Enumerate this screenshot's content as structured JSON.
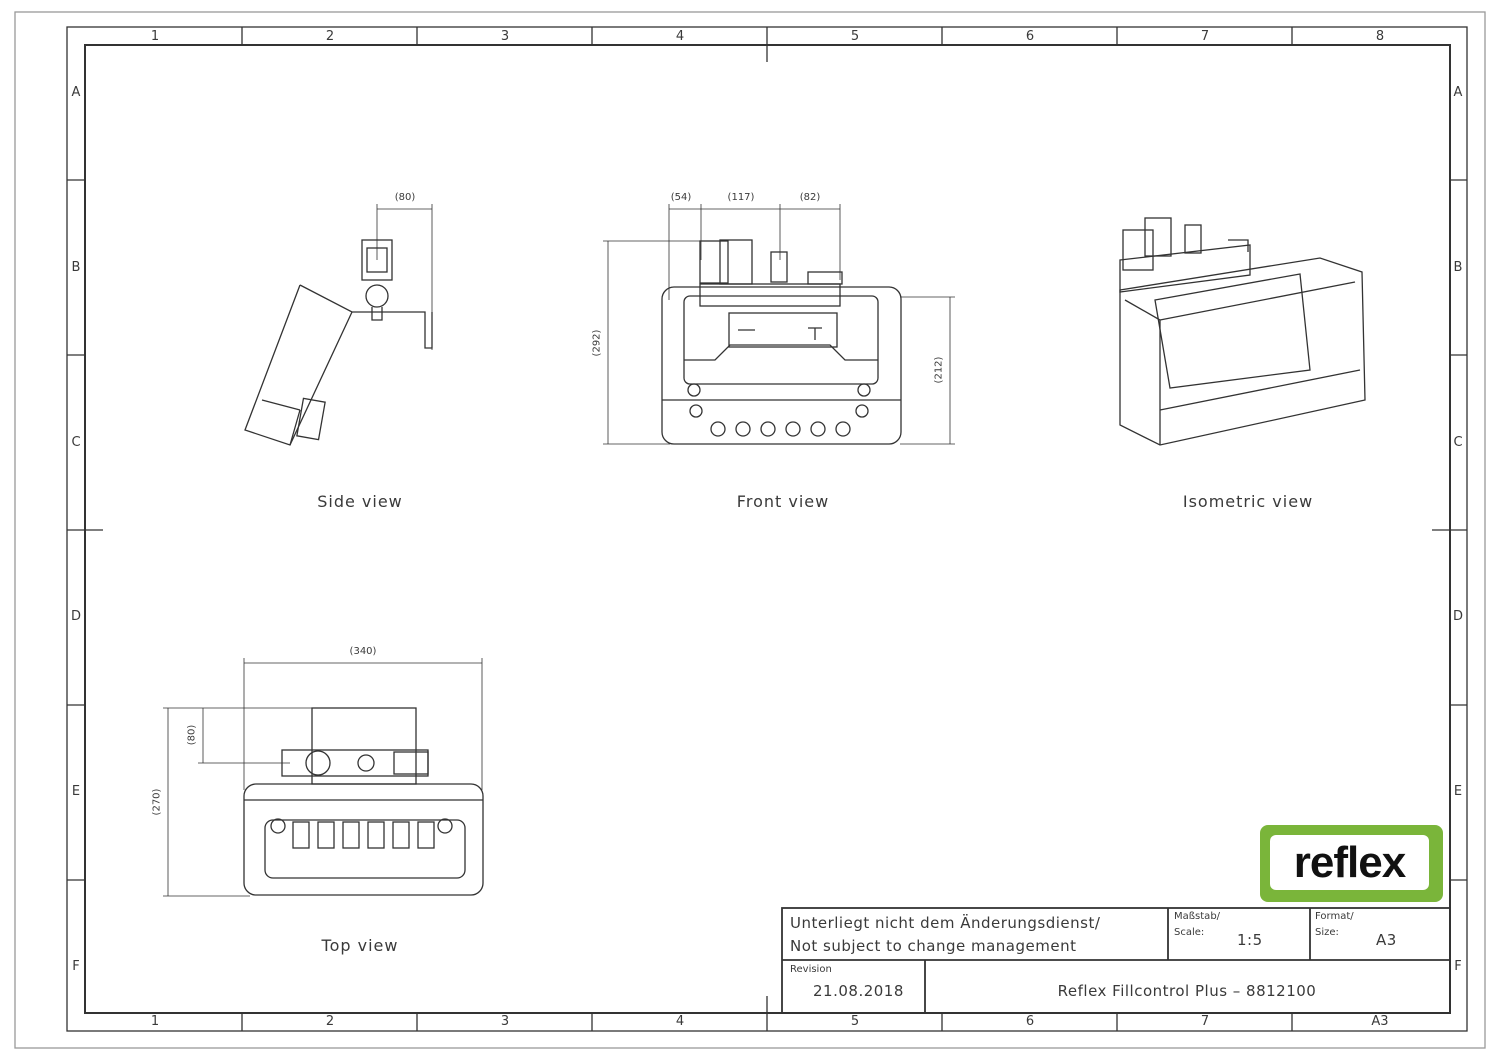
{
  "grid": {
    "columns_top": [
      "1",
      "2",
      "3",
      "4",
      "5",
      "6",
      "7",
      "8"
    ],
    "columns_bottom": [
      "1",
      "2",
      "3",
      "4",
      "5",
      "6",
      "7",
      "A3"
    ],
    "rows": [
      "A",
      "B",
      "C",
      "D",
      "E",
      "F"
    ]
  },
  "views": {
    "side": {
      "label": "Side view",
      "dims": [
        "(80)"
      ]
    },
    "front": {
      "label": "Front view",
      "dims": [
        "(54)",
        "(117)",
        "(82)",
        "(292)",
        "(212)"
      ]
    },
    "isometric": {
      "label": "Isometric view"
    },
    "top": {
      "label": "Top view",
      "dims": [
        "(340)",
        "(80)",
        "(270)"
      ]
    }
  },
  "logo": {
    "text": "reflex",
    "color": "#7ab53a"
  },
  "title_block": {
    "note_de": "Unterliegt nicht dem Änderungsdienst/",
    "note_en": "Not subject to change management",
    "scale_label_de": "Maßstab/",
    "scale_label_en": "Scale:",
    "scale": "1:5",
    "format_label_de": "Format/",
    "format_label_en": "Size:",
    "format": "A3",
    "revision_label": "Revision",
    "revision": "21.08.2018",
    "title": "Reflex Fillcontrol Plus  –  8812100"
  }
}
